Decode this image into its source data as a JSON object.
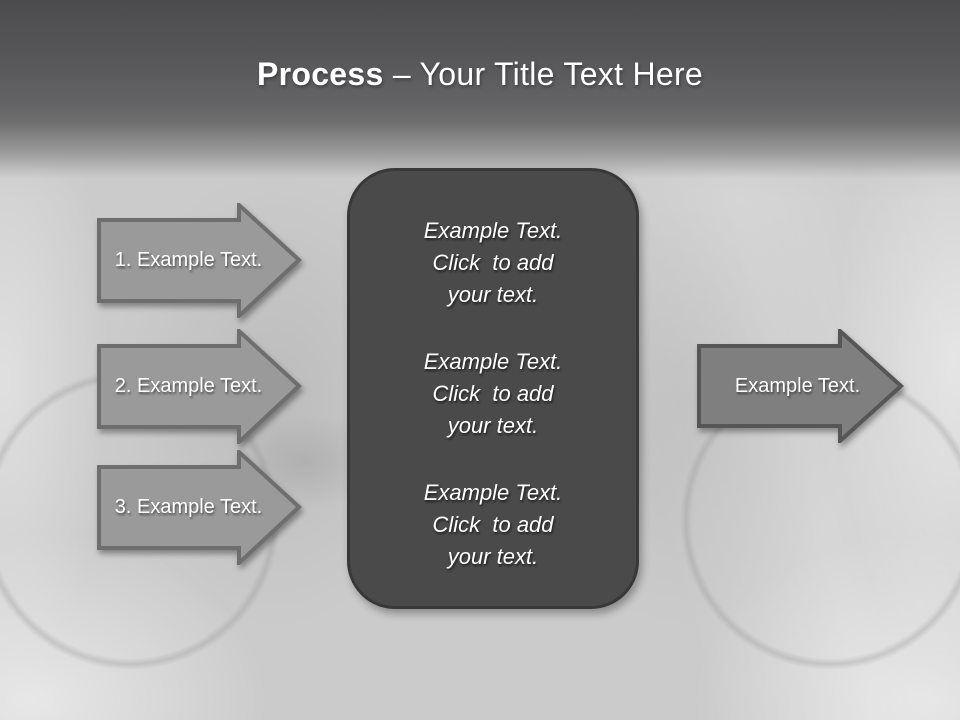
{
  "slide": {
    "title": {
      "bold": "Process",
      "separator": "–",
      "rest": "Your Title Text Here"
    },
    "left_arrows": [
      {
        "label": "1. Example Text."
      },
      {
        "label": "2. Example Text."
      },
      {
        "label": "3. Example Text."
      }
    ],
    "right_arrow": {
      "label": "Example Text."
    },
    "center_box": {
      "paragraphs": [
        {
          "lines": [
            "Example Text.",
            "Click  to add",
            "your text."
          ]
        },
        {
          "lines": [
            "Example Text.",
            "Click  to add",
            "your text."
          ]
        },
        {
          "lines": [
            "Example Text.",
            "Click  to add",
            "your text."
          ]
        }
      ]
    },
    "colors": {
      "header_dark": "#4c4c4e",
      "background": "#cbcbcb",
      "left_arrow_fill": "#9a9a9a",
      "left_arrow_border": "#6e6e6e",
      "right_arrow_fill": "#7f7f7f",
      "right_arrow_border": "#565656",
      "box_fill": "#4a4a4a",
      "box_border": "#383838",
      "text": "#ffffff"
    }
  }
}
